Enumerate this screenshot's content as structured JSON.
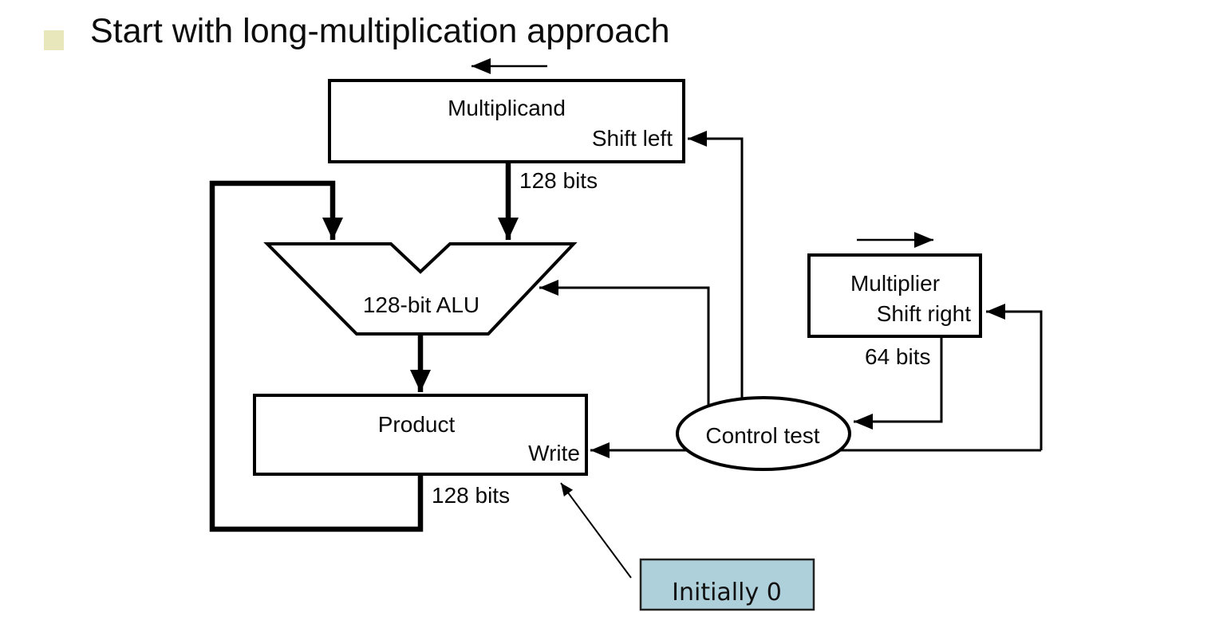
{
  "slide": {
    "title": "Start with long-multiplication approach",
    "bullet_color": "#e7e7bb"
  },
  "diagram": {
    "stroke_color": "#000000",
    "multiplicand": {
      "label": "Multiplicand",
      "control_label": "Shift left",
      "width_label": "128 bits"
    },
    "alu": {
      "label": "128-bit ALU"
    },
    "product": {
      "label": "Product",
      "control_label": "Write",
      "width_label": "128 bits"
    },
    "multiplier": {
      "label": "Multiplier",
      "control_label": "Shift right",
      "width_label": "64 bits"
    },
    "control_test": {
      "label": "Control test"
    },
    "note": {
      "label": "Initially 0",
      "fill_color": "#aed0da"
    }
  }
}
